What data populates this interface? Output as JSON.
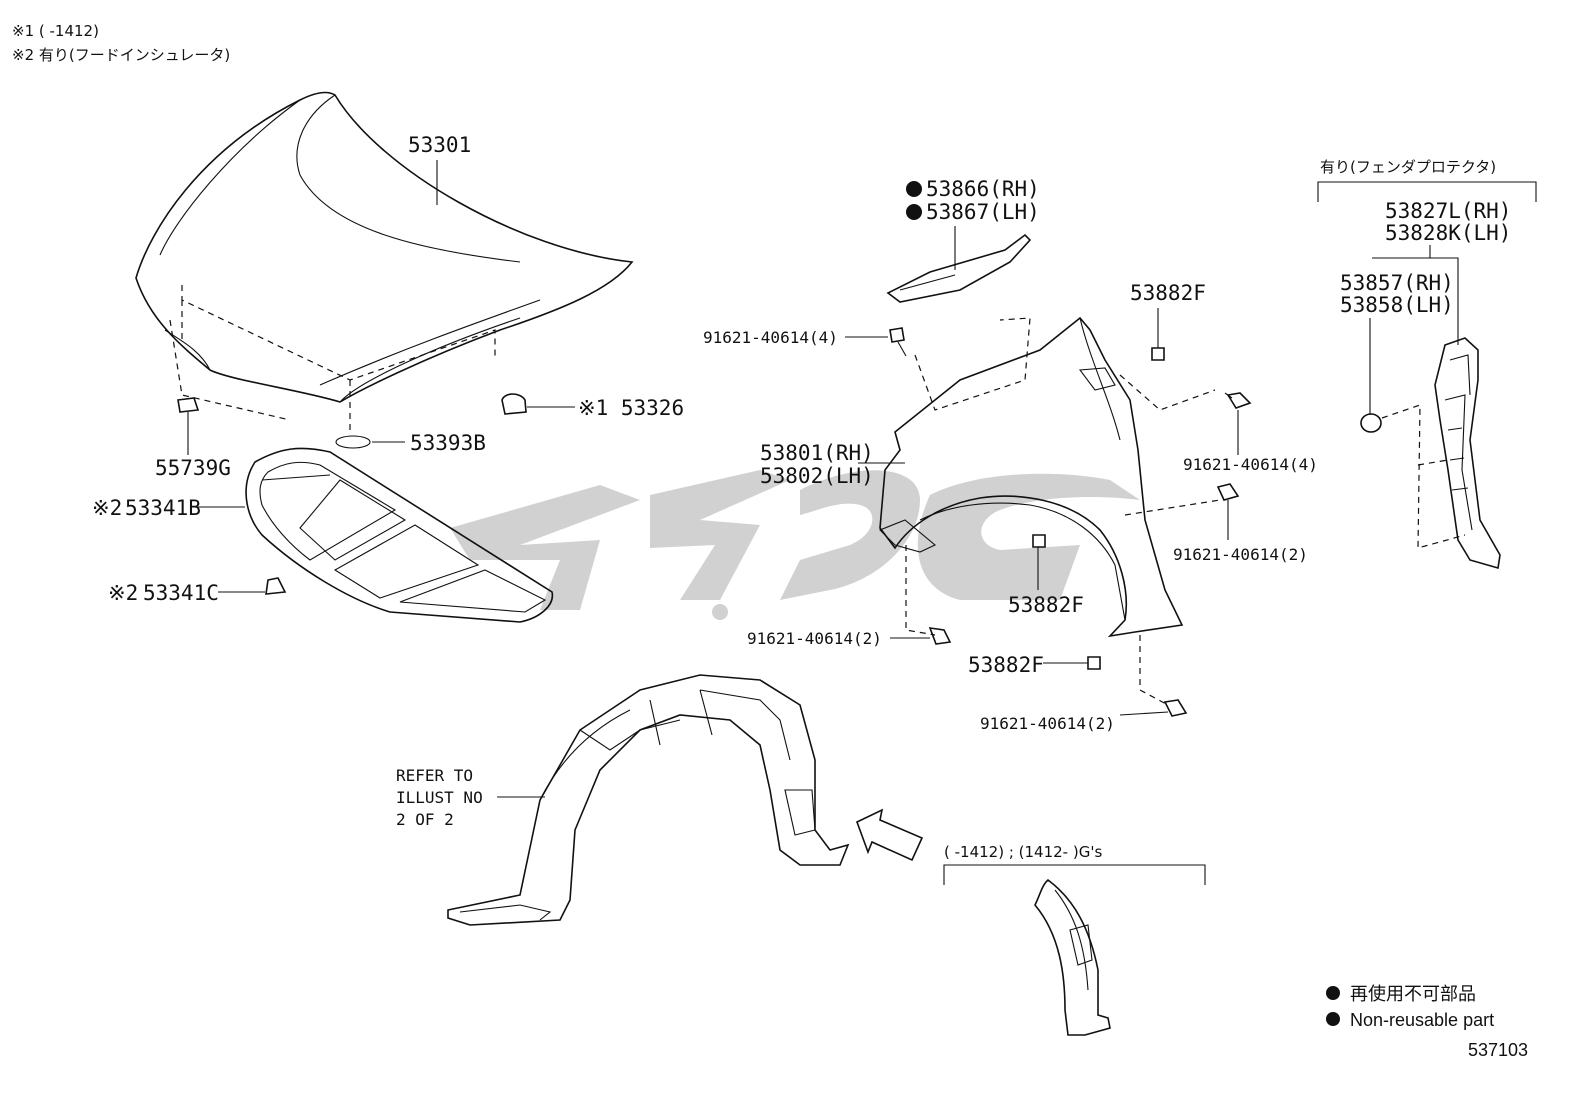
{
  "notes": {
    "note1": "※1 (    -1412)",
    "note2": "※2 有り(フードインシュレータ)"
  },
  "parts": {
    "hood": "53301",
    "hood_cushion": "53393B",
    "hood_stopper": "55739G",
    "hood_lock_part": "※1 53326",
    "insulator": "53341B",
    "insulator_mark": "※2",
    "insulator_clip": "53341C",
    "insulator_clip_mark": "※2",
    "fender_seal_rh": "53866(RH)",
    "fender_seal_lh": "53867(LH)",
    "fender_rh": "53801(RH)",
    "fender_lh": "53802(LH)",
    "bolt_top": "91621-40614(4)",
    "bolt_right_upper": "91621-40614(4)",
    "bolt_right_mid": "91621-40614(2)",
    "bolt_left_lower": "91621-40614(2)",
    "bolt_bottom": "91621-40614(2)",
    "nut_top": "53882F",
    "nut_mid": "53882F",
    "nut_bottom": "53882F",
    "protector_title": "有り(フェンダプロテクタ)",
    "protector_rh": "53827L(RH)",
    "protector_lh": "53828K(LH)",
    "protector_seal_rh": "53857(RH)",
    "protector_seal_lh": "53858(LH)",
    "refer_line1": "REFER TO",
    "refer_line2": "ILLUST NO",
    "refer_line3": "2 OF 2",
    "gs_bracket": "(    -1412) ; (1412-    )G's"
  },
  "legend": {
    "jp": "再使用不可部品",
    "en": "Non-reusable part"
  },
  "diagram_id": "537103"
}
